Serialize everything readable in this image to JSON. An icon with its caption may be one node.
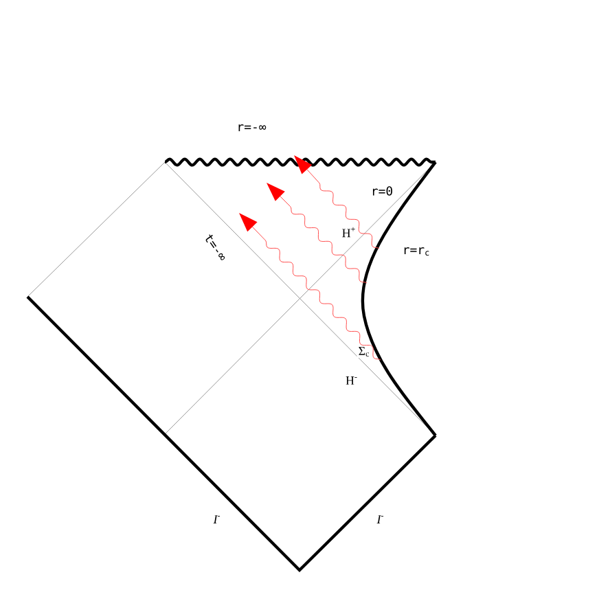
{
  "diagram": {
    "labels": [
      "r=-∞",
      "r=0",
      "H$^{+}$",
      "r=r$_{c}$",
      "t=-∞",
      "Σ$_{c}$",
      "H$^{-}$",
      "I$^{-}$",
      "I$^{-}$"
    ]
  }
}
